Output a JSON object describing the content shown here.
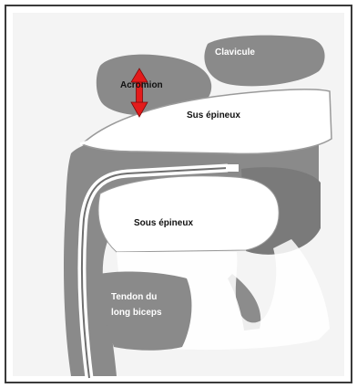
{
  "labels": {
    "clavicule": "Clavicule",
    "acromion": "Acromion",
    "sus_epineux": "Sus épineux",
    "sous_epineux": "Sous épineux",
    "tendon_line1": "Tendon du",
    "tendon_line2": "long biceps"
  },
  "colors": {
    "frame": "#3a3a3a",
    "bone_dark": "#7a7a7a",
    "bone_mid": "#8f8f8f",
    "muscle_fill": "#ffffff",
    "muscle_outline": "#8a8a8a",
    "arrow": "#e31b1b",
    "text": "#111111",
    "text_light": "#ffffff"
  },
  "icons": {
    "double_arrow": "red-vertical-double-arrow"
  }
}
